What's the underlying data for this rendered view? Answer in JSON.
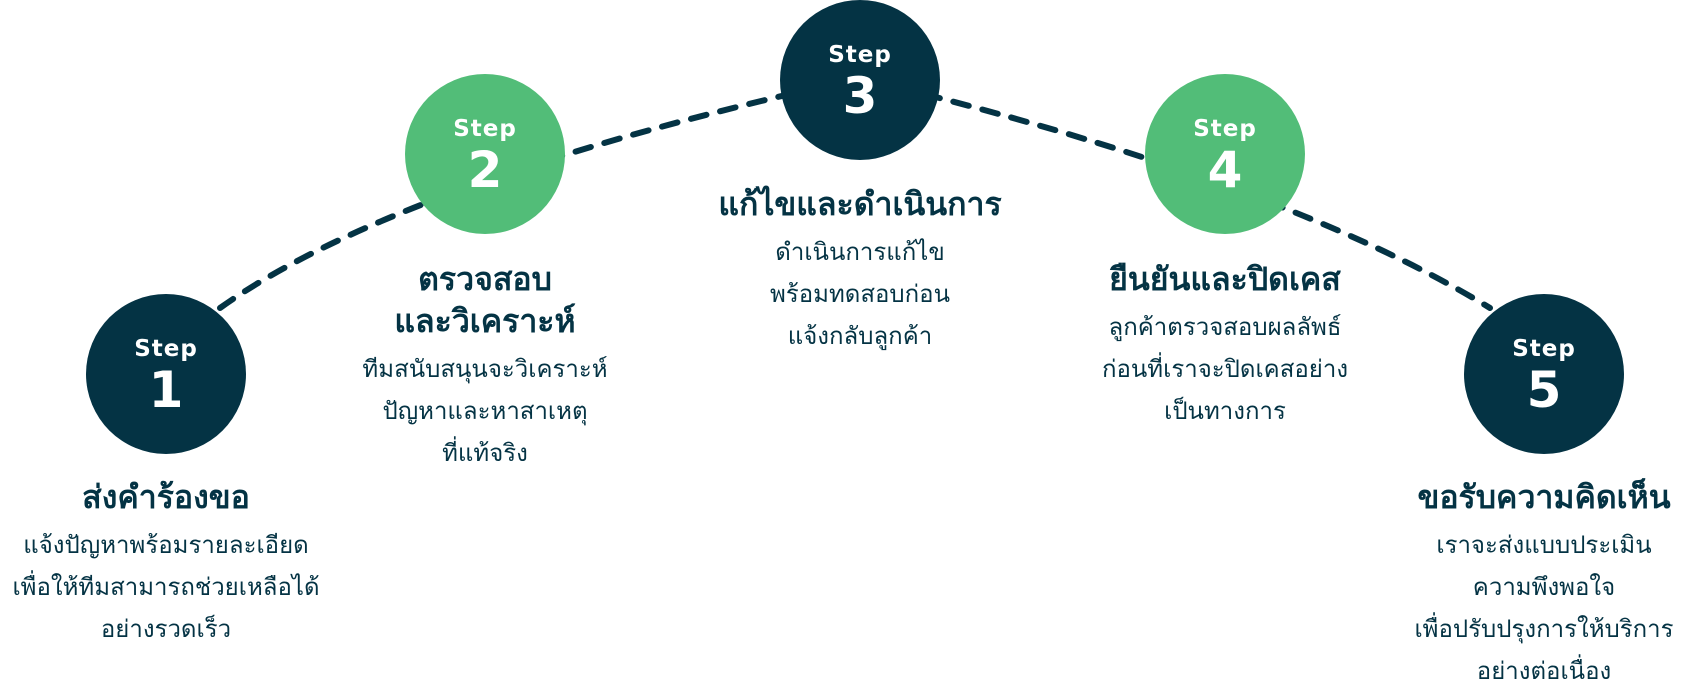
{
  "colors": {
    "dark": "#043344",
    "green": "#52bd78",
    "text": "#043344"
  },
  "steps": [
    {
      "label": "Step",
      "number": "1",
      "color": "dark",
      "title": "ส่งคำร้องขอ",
      "description": "แจ้งปัญหาพร้อมรายละเอียด\nเพื่อให้ทีมสามารถช่วยเหลือได้\nอย่างรวดเร็ว"
    },
    {
      "label": "Step",
      "number": "2",
      "color": "green",
      "title": "ตรวจสอบ\nและวิเคราะห์",
      "description": "ทีมสนับสนุนจะวิเคราะห์\nปัญหาและหาสาเหตุ\nที่แท้จริง"
    },
    {
      "label": "Step",
      "number": "3",
      "color": "dark",
      "title": "แก้ไขและดำเนินการ",
      "description": "ดำเนินการแก้ไข\nพร้อมทดสอบก่อน\nแจ้งกลับลูกค้า"
    },
    {
      "label": "Step",
      "number": "4",
      "color": "green",
      "title": "ยืนยันและปิดเคส",
      "description": "ลูกค้าตรวจสอบผลลัพธ์\nก่อนที่เราจะปิดเคสอย่าง\nเป็นทางการ"
    },
    {
      "label": "Step",
      "number": "5",
      "color": "dark",
      "title": "ขอรับความคิดเห็น",
      "description": "เราจะส่งแบบประเมิน\nความพึงพอใจ\nเพื่อปรับปรุงการให้บริการ\nอย่างต่อเนื่อง"
    }
  ]
}
